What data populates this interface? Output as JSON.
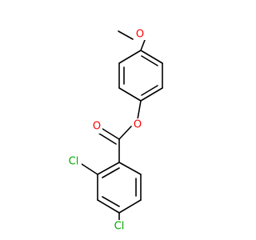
{
  "molecule": {
    "atoms": {
      "oxygen_methoxy": {
        "label": "O",
        "color": "#ff0000"
      },
      "oxygen_ester": {
        "label": "O",
        "color": "#ff0000"
      },
      "oxygen_carbonyl": {
        "label": "O",
        "color": "#ff0000"
      },
      "chlorine_ortho": {
        "label": "Cl",
        "color": "#00aa00"
      },
      "chlorine_para": {
        "label": "Cl",
        "color": "#00aa00"
      }
    },
    "bond_color": "#000000",
    "background_color": "#ffffff"
  }
}
